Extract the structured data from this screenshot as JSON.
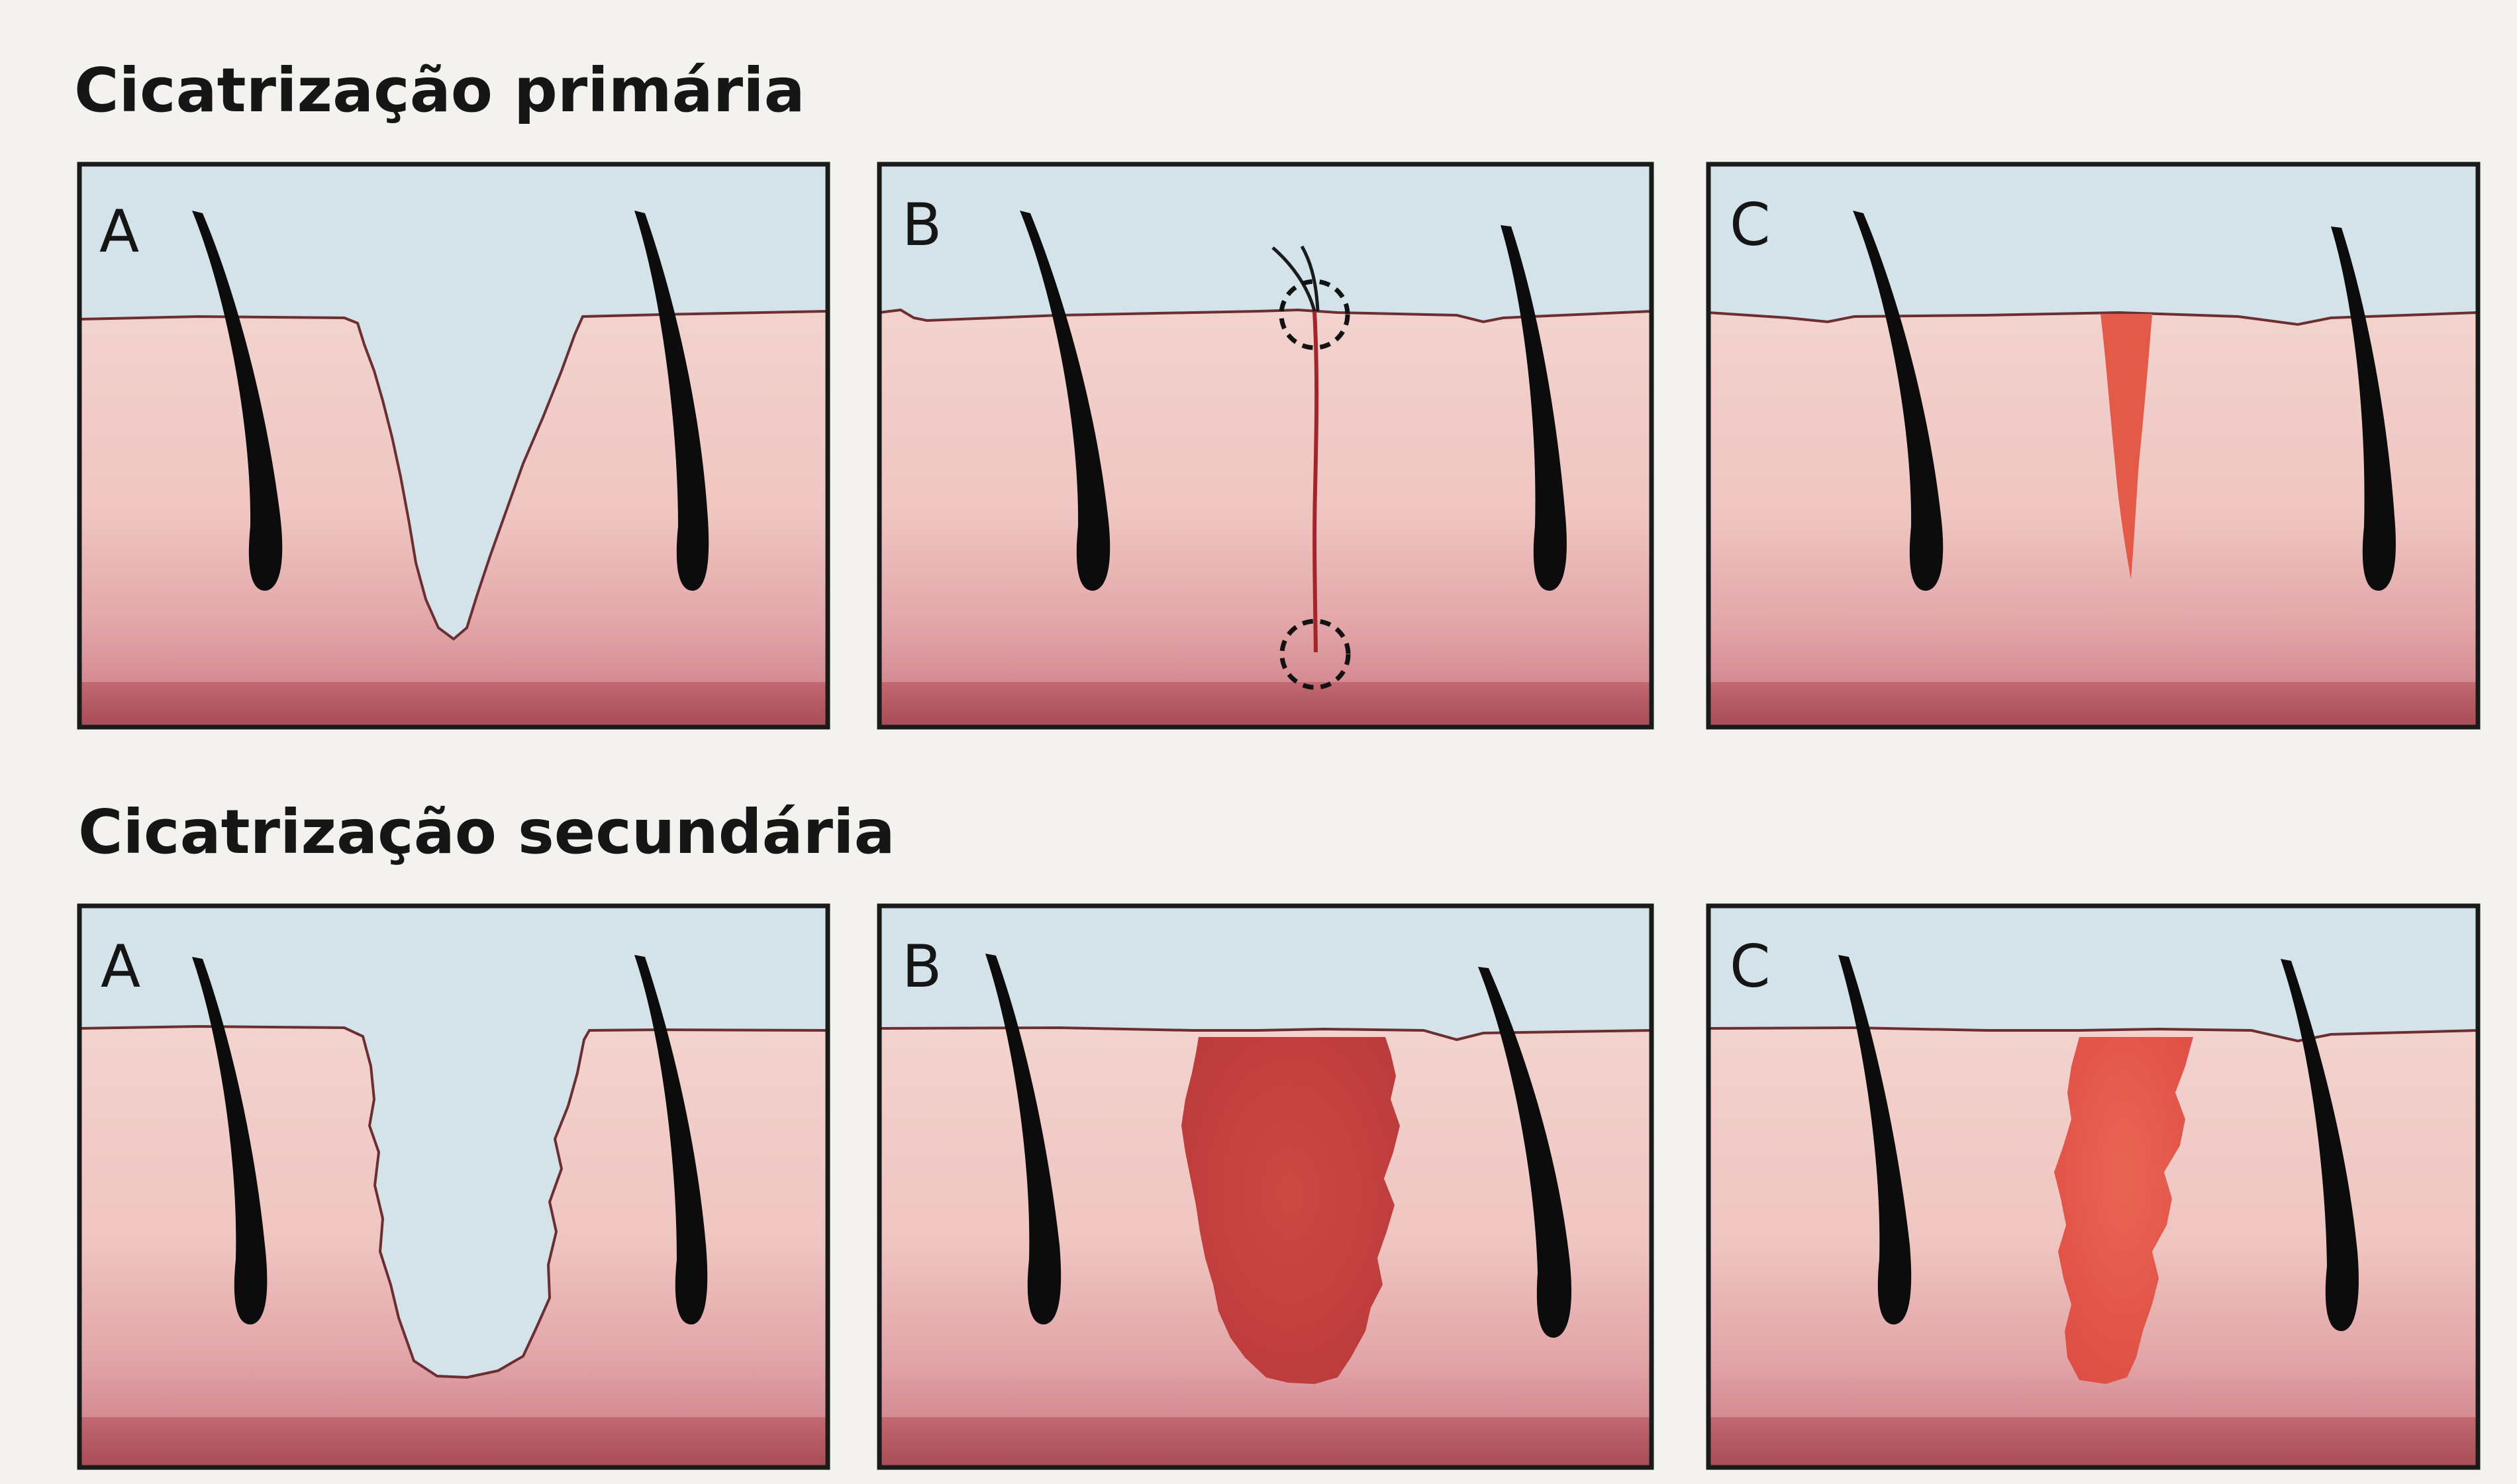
{
  "sections": [
    {
      "title": "Cicatrização primária",
      "panels": [
        {
          "letter": "A"
        },
        {
          "letter": "B"
        },
        {
          "letter": "C"
        }
      ]
    },
    {
      "title": "Cicatrização secundária",
      "panels": [
        {
          "letter": "A"
        },
        {
          "letter": "B"
        },
        {
          "letter": "C"
        }
      ]
    }
  ],
  "colors": {
    "sky": "#d4e2e9",
    "skin_top": "#f2cfca",
    "skin_bottom": "#d9959a",
    "deep_band": "#b45a62",
    "wound_tissue": "#c23f3a",
    "scar": "#e3584a",
    "hair": "#0c0c0c",
    "outline": "#1a1a1a"
  }
}
